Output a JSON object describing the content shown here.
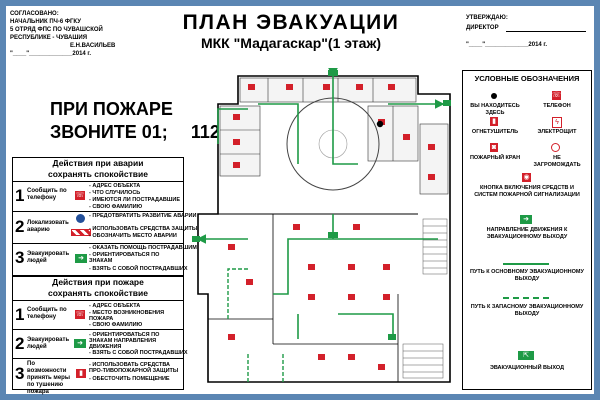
{
  "colors": {
    "frame": "#5b86b3",
    "red": "#d3202a",
    "green": "#1e9a46",
    "plan_grey": "#f0f0f0"
  },
  "approval_left": {
    "lines": [
      "СОГЛАСОВАНО:",
      "НАЧАЛЬНИК ПЧ-6 ФГКУ",
      "5 ОТРЯД ФПС ПО ЧУВАШСКОЙ",
      "РЕСПУБЛИКЕ - ЧУВАШИЯ",
      "Е.Н.ВАСИЛЬЕВ",
      "\"____\"_____________2014 г."
    ]
  },
  "approval_right": {
    "lines": [
      "УТВЕРЖДАЮ:",
      "ДИРЕКТОР",
      "\"____\"_____________2014 г."
    ]
  },
  "title": {
    "main": "ПЛАН ЭВАКУАЦИИ",
    "sub": "МКК \"Мадагаскар\"(1 этаж)"
  },
  "call_box": {
    "line1": "ПРИ ПОЖАРЕ",
    "line2": "ЗВОНИТЕ 01;",
    "line2b": "112;"
  },
  "accident": {
    "title1": "Действия при аварии",
    "title2": "сохранять спокойствие",
    "rows": [
      {
        "num": "1",
        "action": "Сообщить по телефону",
        "items": [
          "- АДРЕС ОБЪЕКТА",
          "- ЧТО СЛУЧИЛОСЬ",
          "- ИМЕЮТСЯ ЛИ ПОСТРАДАВШИЕ",
          "- СВОЮ ФАМИЛИЮ"
        ]
      },
      {
        "num": "2",
        "action": "Локализовать аварию",
        "items": [
          "- ПРЕДОТВРАТИТЬ РАЗВИТИЕ АВАРИИ",
          "- ИСПОЛЬЗОВАТЬ СРЕДСТВА ЗАЩИТЫ",
          "- ОБОЗНАЧИТЬ МЕСТО АВАРИИ"
        ]
      },
      {
        "num": "3",
        "action": "Эвакуировать людей",
        "items": [
          "- ОКАЗАТЬ ПОМОЩЬ ПОСТРАДАВШИМ",
          "- ОРИЕНТИРОВАТЬСЯ ПО ЗНАКАМ",
          "- ВЗЯТЬ С СОБОЙ ПОСТРАДАВШИХ"
        ]
      }
    ]
  },
  "fire": {
    "title1": "Действия при пожаре",
    "title2": "сохранять спокойствие",
    "rows": [
      {
        "num": "1",
        "action": "Сообщить по телефону",
        "items": [
          "- АДРЕС ОБЪЕКТА",
          "- МЕСТО ВОЗНИКНОВЕНИЯ ПОЖАРА",
          "- СВОЮ ФАМИЛИЮ"
        ]
      },
      {
        "num": "2",
        "action": "Эвакуировать людей",
        "items": [
          "- ОРИЕНТИРОВАТЬСЯ ПО ЗНАКАМ НАПРАВЛЕНИЯ ДВИЖЕНИЯ",
          "- ВЗЯТЬ С СОБОЙ ПОСТРАДАВШИХ"
        ]
      },
      {
        "num": "3",
        "action": "По возможности принять меры по тушению пожара",
        "items": [
          "- ИСПОЛЬЗОВАТЬ СРЕДСТВА ПРО-ТИВОПОЖАРНОЙ ЗАЩИТЫ",
          "- ОБЕСТОЧИТЬ ПОМЕЩЕНИЕ"
        ]
      }
    ]
  },
  "legend": {
    "title": "УСЛОВНЫЕ ОБОЗНАЧЕНИЯ",
    "items": {
      "you_are_here": "ВЫ НАХОДИТЕСЬ ЗДЕСЬ",
      "phone": "ТЕЛЕФОН",
      "extinguisher": "ОГНЕТУШИТЕЛЬ",
      "electric": "ЭЛЕКТРОЩИТ",
      "hydrant": "ПОЖАРНЫЙ КРАН",
      "no_block": "НЕ ЗАГРОМОЖДАТЬ",
      "alarm_button": "КНОПКА ВКЛЮЧЕНИЯ СРЕДСТВ И СИСТЕМ ПОЖАРНОЙ СИГНАЛИЗАЦИИ",
      "direction": "НАПРАВЛЕНИЕ ДВИЖЕНИЯ К ЭВАКУАЦИОННОМУ ВЫХОДУ",
      "main_path": "ПУТЬ К ОСНОВНОМУ ЭВАКУАЦИОННОМУ ВЫХОДУ",
      "spare_path": "ПУТЬ К ЗАПАСНОМУ ЭВАКУАЦИОННОМУ ВЫХОДУ",
      "exit": "ЭВАКУАЦИОННЫЙ ВЫХОД"
    }
  }
}
